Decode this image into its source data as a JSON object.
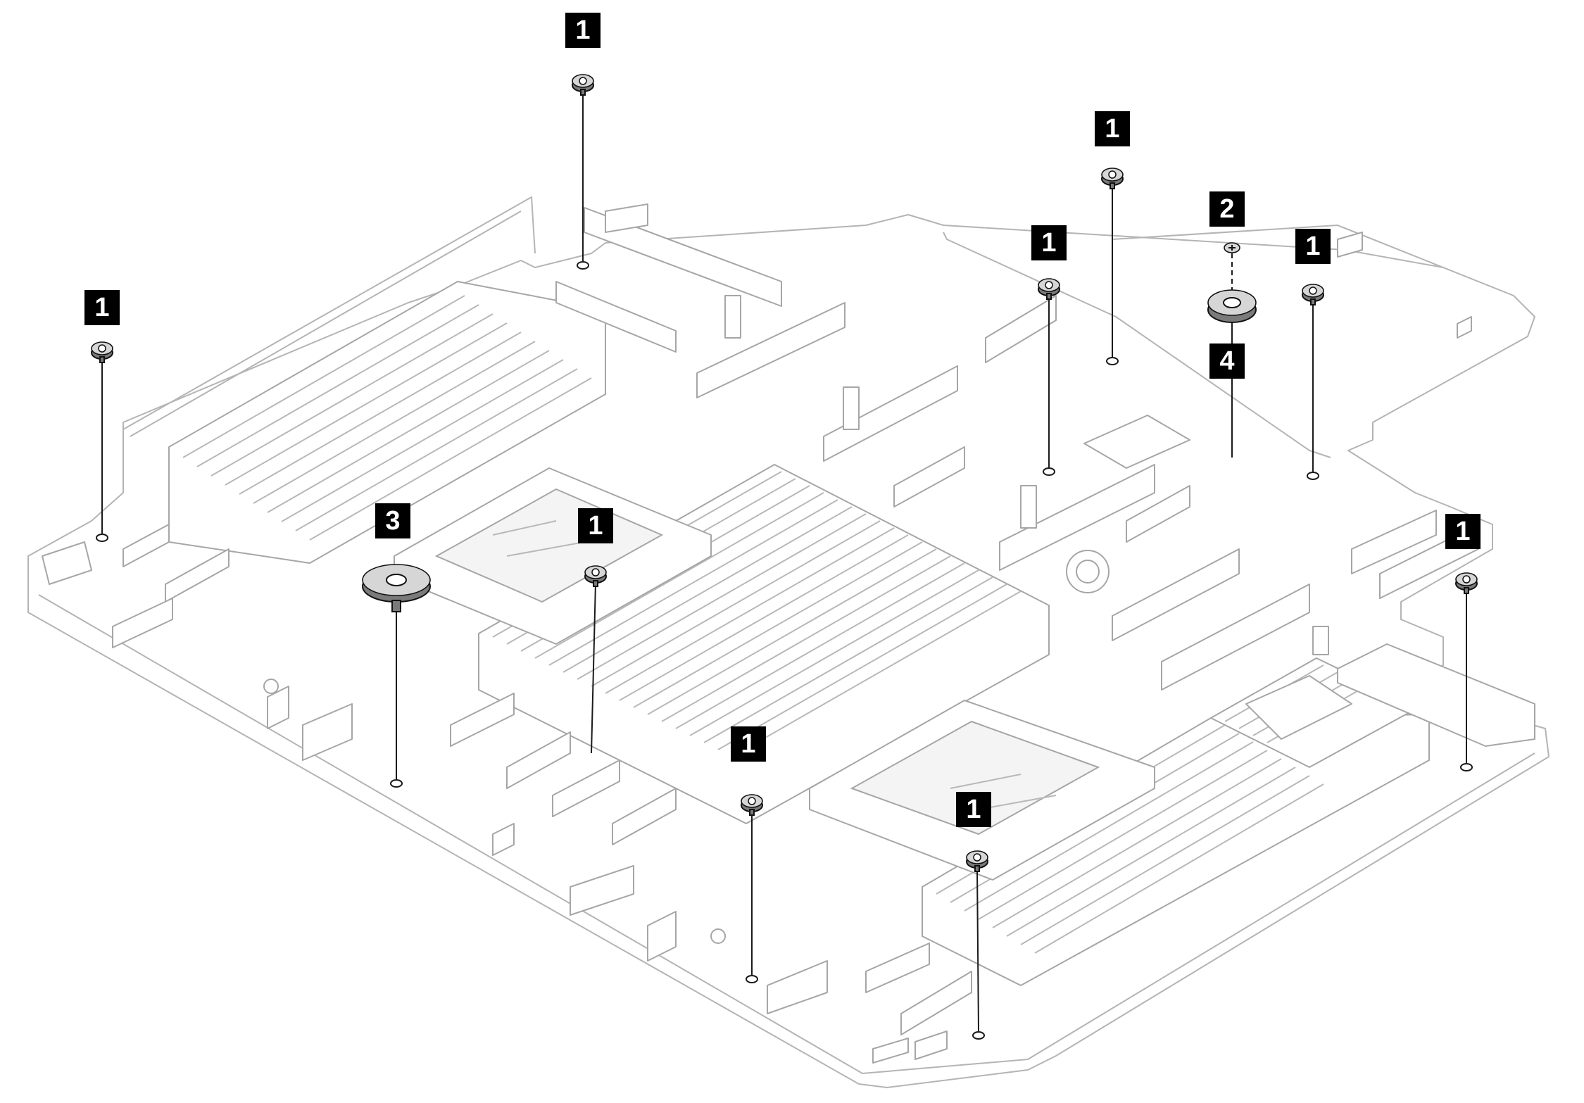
{
  "callouts": {
    "screw": "1",
    "small_screw": "2",
    "guide_pin": "3",
    "standoff": "4"
  },
  "colors": {
    "callout_background": "#000000",
    "callout_text": "#ffffff",
    "board_lines": "#b4b4b4",
    "leader_lines": "#1a1a1a"
  },
  "icons": {
    "screw": "hex-screw-icon",
    "small_screw": "phillips-screw-icon",
    "guide_pin": "guide-pin-icon",
    "standoff": "knurled-standoff-icon"
  }
}
